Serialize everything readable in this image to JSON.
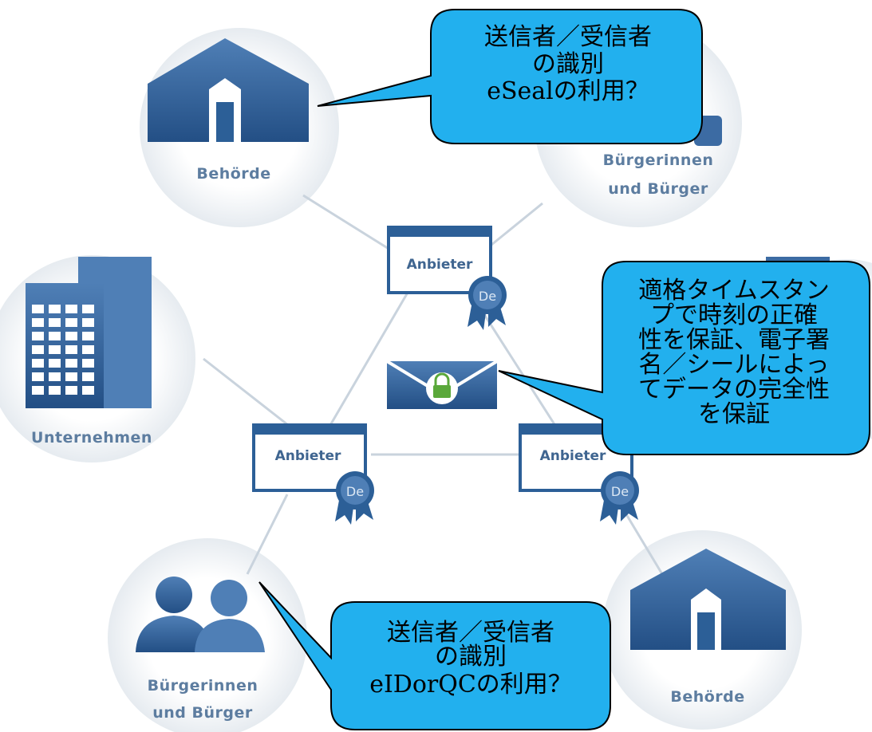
{
  "nodes": {
    "authority_top": "Behörde",
    "citizens_top": [
      "Bürgerinnen",
      "und Bürger"
    ],
    "companies": "Unternehmen",
    "citizens_bottom": [
      "Bürgerinnen",
      "und Bürger"
    ],
    "authority_bottom": "Behörde"
  },
  "providers": [
    "Anbieter",
    "Anbieter",
    "Anbieter"
  ],
  "seal_mark": "De",
  "callouts": {
    "top": [
      "送信者／受信者",
      "の識別",
      "eSealの利用？"
    ],
    "right": [
      "適格タイムスタン",
      "プで時刻の正確",
      "性を保証、電子署",
      "名／シールによっ",
      "てデータの完全性",
      "を保証"
    ],
    "bottom": [
      "送信者／受信者",
      "の識別",
      "eIDorQCの利用？"
    ]
  },
  "colors": {
    "icon_blue": "#2c5f97",
    "icon_blue_light": "#4f7fb6",
    "callout_fill": "#22b0ee",
    "lock_green": "#5aa83a",
    "line_gray": "#c9d3dd"
  }
}
